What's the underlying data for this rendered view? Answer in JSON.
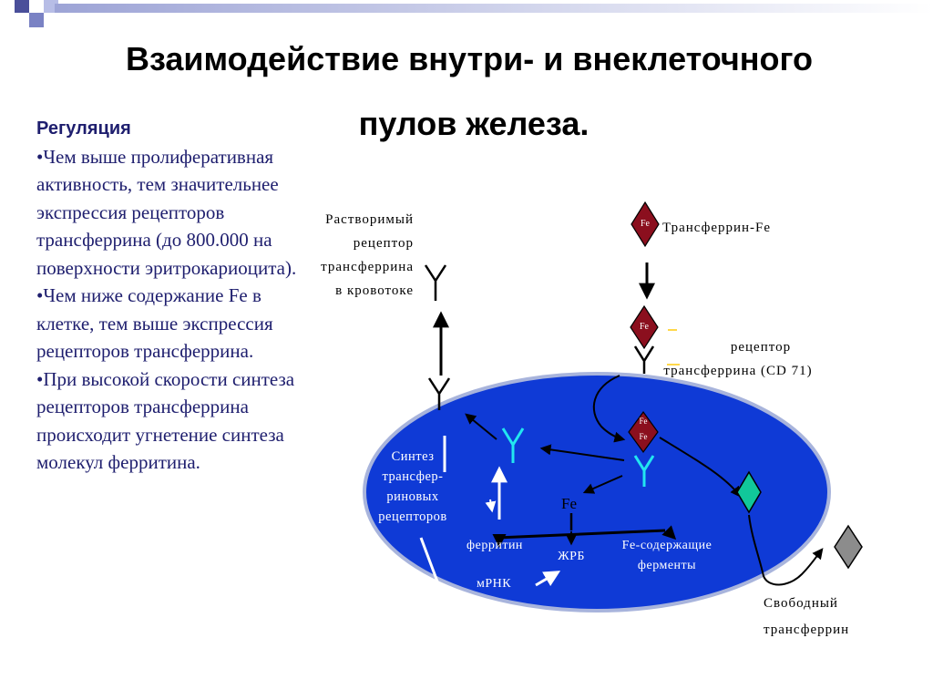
{
  "title": {
    "line1": "Взаимодействие внутри- и внеклеточного",
    "line2": "пулов железа."
  },
  "sidebar": {
    "heading": "Регуляция",
    "bullets": [
      "•Чем выше пролиферативная активность, тем значительнее экспрессия рецепторов трансферрина (до 800.000 на поверхности эритрокариоцита).",
      "•Чем ниже содержание Fe в клетке, тем выше экспрессия рецепторов трансферрина.",
      "•При высокой скорости синтеза рецепторов трансферрина происходит угнетение синтеза молекул ферритина."
    ]
  },
  "diagram": {
    "soluble_receptor": [
      "Растворимый",
      "рецептор",
      "трансферрина",
      "в кровотоке"
    ],
    "transferrin_fe": "Трансферрин-Fe",
    "receptor_cd71": [
      "рецептор",
      "трансферрина (CD 71)"
    ],
    "synthesis": [
      "Синтез",
      "трансфер-",
      "риновых",
      "рецепторов"
    ],
    "fe": "Fe",
    "ferritin": "ферритин",
    "irp": "ЖРБ",
    "fe_enzymes": [
      "Fe-содержащие",
      "ферменты"
    ],
    "mrna": "мРНК",
    "free_transferrin": [
      "Свободный",
      "трансферрин"
    ],
    "diamond_labels": {
      "top": "Fe",
      "middle": "Fe",
      "inner_top": "Fe",
      "inner_bottom": "Fe"
    },
    "colors": {
      "cell": "#0f3ad6",
      "cell_border": "#a8b4dc",
      "diamond_dark": "#8b0f1e",
      "diamond_teal": "#11c79a",
      "diamond_gray": "#8c8c8c",
      "receptor_cyan": "#22e6f0",
      "accent_yellow": "#ffd84a",
      "heading_navy": "#1e1e6e"
    }
  }
}
